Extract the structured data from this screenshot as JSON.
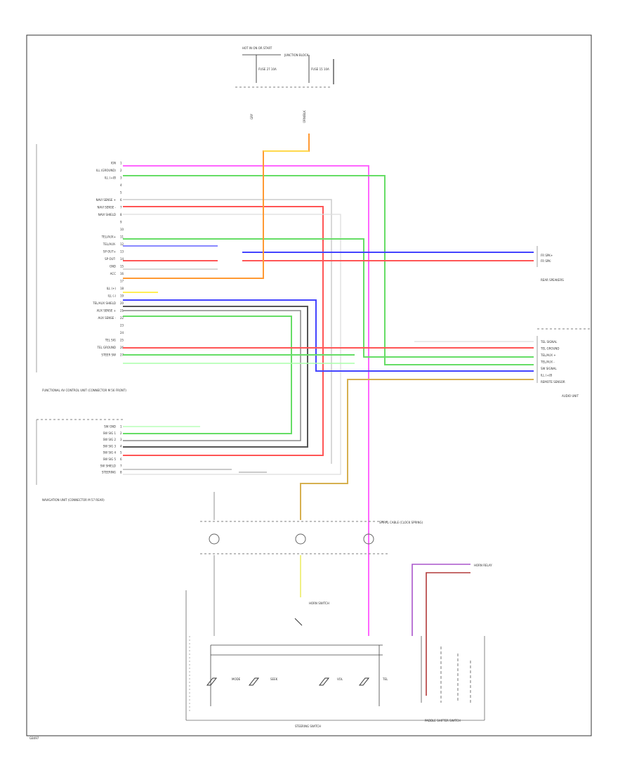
{
  "page_label": "G8497",
  "power": {
    "hot_at_all_times": "HOT IN ON OR START",
    "junction_label": "JUNCTION BLOCK",
    "fuse1": "FUSE 27 10A",
    "fuse2": "FUSE 15 10A",
    "wire1": "GRY",
    "wire2": "ORN/BLK"
  },
  "components": {
    "front_module": "FUNCTIONAL AV CONTROL UNIT (CONNECTOR M 56 FRONT)",
    "rear_module": "NAVIGATION UNIT (CONNECTOR M 57 REAR)",
    "rear_speakers": "REAR SPEAKERS",
    "audio_unit": "AUDIO UNIT",
    "clock_spring": "SPIRAL CABLE (CLOCK SPRING)",
    "horn_switch": "HORN SWITCH",
    "steering_switch": "STEERING SWITCH",
    "paddle_switch": "PADDLE SHIFTER SWITCH",
    "horn_relay": "HORN RELAY"
  },
  "front_pins": [
    "IGN",
    "ILL (GROUND)",
    "ILL (+)B",
    "",
    "",
    "NAVI SENSE +",
    "NAVI SENSE -",
    "NAVI SHIELD",
    "",
    "",
    "TEL/AUX+",
    "TEL/AUX-",
    "SP OUT+",
    "SP OUT-",
    "GND",
    "ACC",
    "",
    "ILL (+)",
    "ILL (-)",
    "TEL/AUX SHIELD",
    "AUX SENSE +",
    "AUX SENSE -",
    "",
    "",
    "TEL SIG",
    "TEL GROUND",
    "STEER SW"
  ],
  "rear_pins": [
    "SW GND",
    "SW SIG 1",
    "SW SIG 2",
    "SW SIG 3",
    "SW SIG 4",
    "SW SIG 5",
    "SW SHIELD",
    "STEERING"
  ],
  "rear_speaker_pins": [
    "FR SPK+",
    "FR SPK-"
  ],
  "audio_unit_pins": [
    "TEL SIGNAL",
    "TEL GROUND",
    "TEL/AUX +",
    "TEL/AUX -",
    "SW SIGNAL",
    "ILL (+)B",
    "REMOTE SENSOR"
  ],
  "colors": {
    "pink": "#ff66ff",
    "green": "#66dd66",
    "red": "#ff5555",
    "blue": "#4444ff",
    "orange": "#ff9933",
    "yellow": "#ffee55",
    "tan": "#d6b050",
    "gray": "#aaaaaa",
    "darkgray": "#555555",
    "lightblue": "#66bbff",
    "purple": "#aa55cc",
    "darkred": "#b23a3a"
  }
}
